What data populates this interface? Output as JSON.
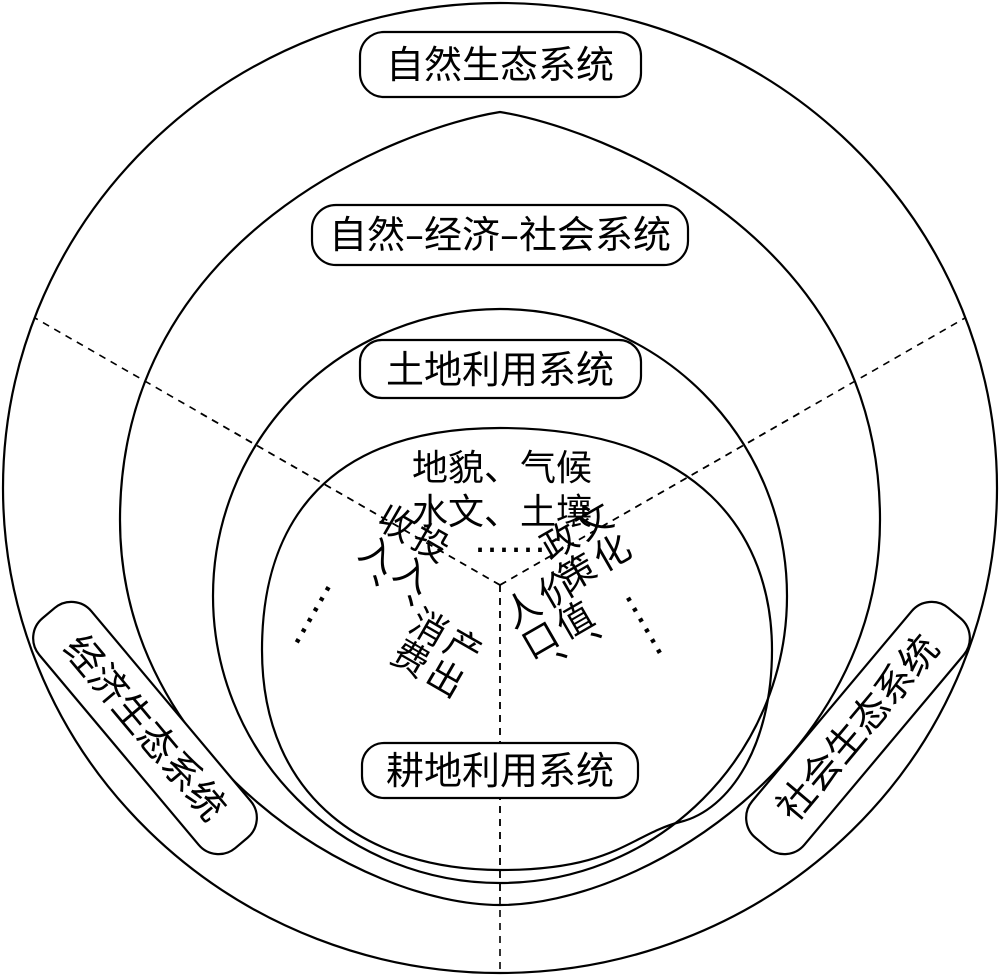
{
  "labels": {
    "natural_eco": "自然生态系统",
    "nes_system": "自然–经济–社会系统",
    "land_use": "土地利用系统",
    "cultivated": "耕地利用系统",
    "economic_eco": "经济生态系统",
    "social_eco": "社会生态系统"
  },
  "natural_factors": {
    "line1": "地貌、气候",
    "line2": "水文、土壤",
    "ellipsis": "……"
  },
  "economic_factors": {
    "line1": "投入、",
    "line2": "收入、",
    "line3": "产出",
    "line4": "消费",
    "ellipsis": "……"
  },
  "social_factors": {
    "line1": "文化",
    "line2": "政策",
    "line3": "人口、",
    "line4": "价值、",
    "ellipsis": "……"
  }
}
